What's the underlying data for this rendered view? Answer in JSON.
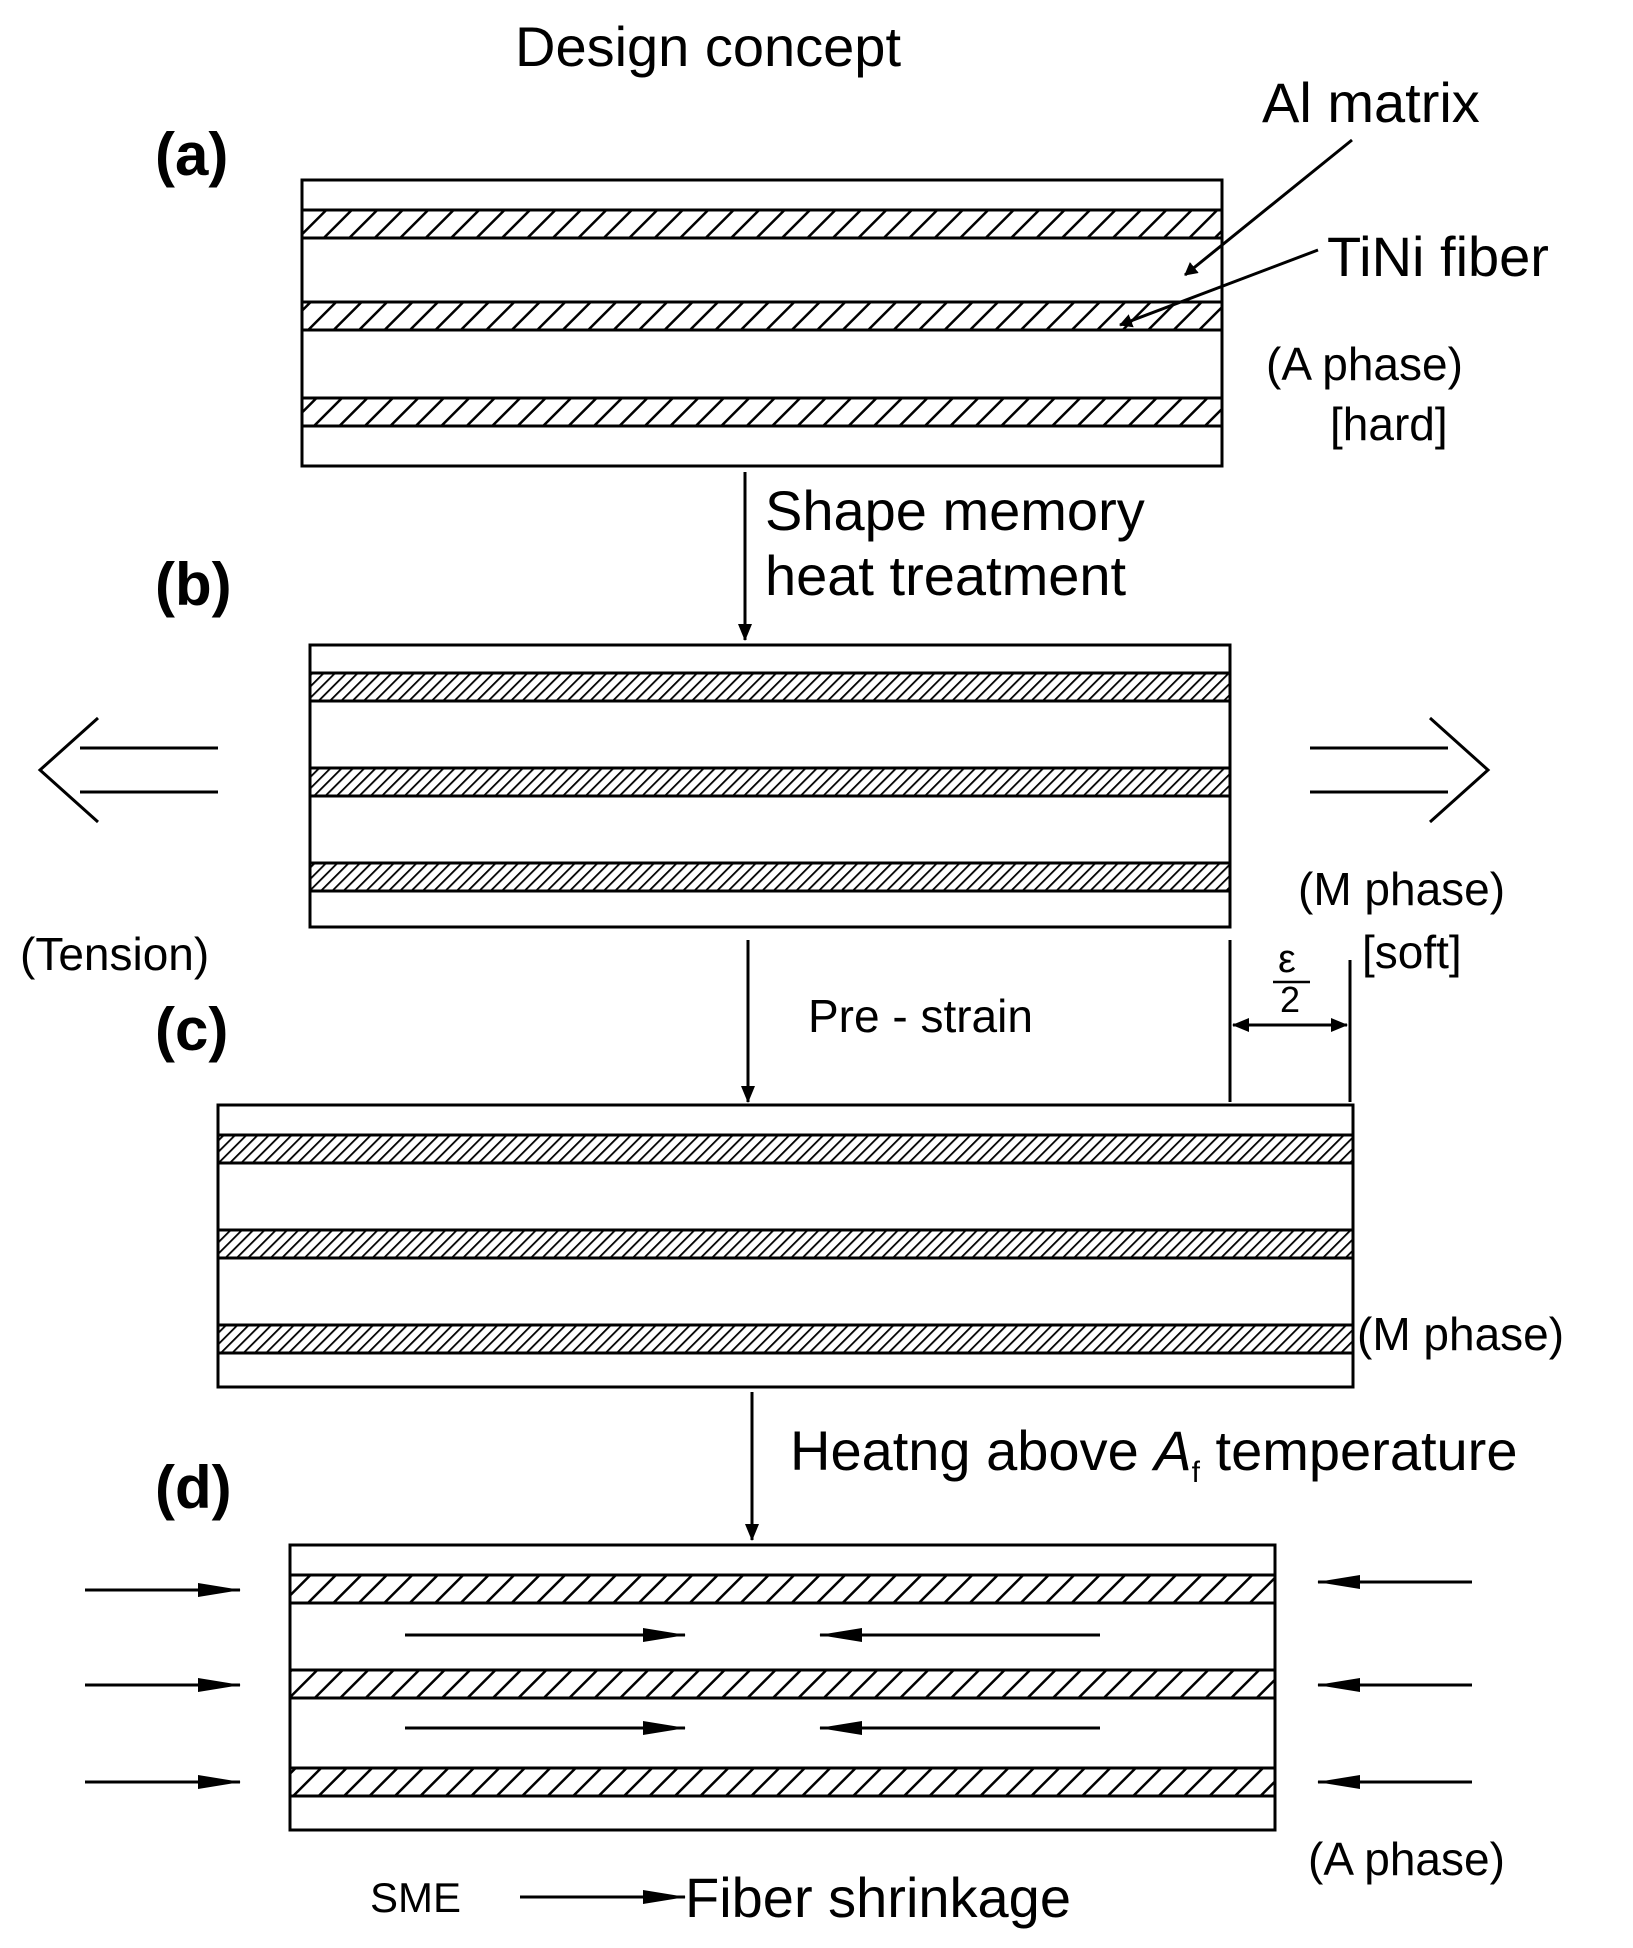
{
  "title": "Design concept",
  "panels": {
    "a": {
      "label": "(a)",
      "matrix": "Al matrix",
      "fiber": "TiNi fiber",
      "phase": "(A phase)",
      "state": "[hard]"
    },
    "b": {
      "label": "(b)",
      "step_line1": "Shape memory",
      "step_line2": "heat treatment",
      "tension": "(Tension)",
      "phase": "(M phase)",
      "state": "[soft]"
    },
    "c": {
      "label": "(c)",
      "step": "Pre - strain",
      "strain_num": "ε",
      "strain_den": "2",
      "phase": "(M phase)"
    },
    "d": {
      "label": "(d)",
      "step_prefix": "Heatng above ",
      "step_symbol": "A",
      "step_subscript": "f",
      "step_suffix": " temperature",
      "phase": "(A phase)"
    }
  },
  "caption": {
    "cause": "SME",
    "effect": "Fiber shrinkage"
  }
}
